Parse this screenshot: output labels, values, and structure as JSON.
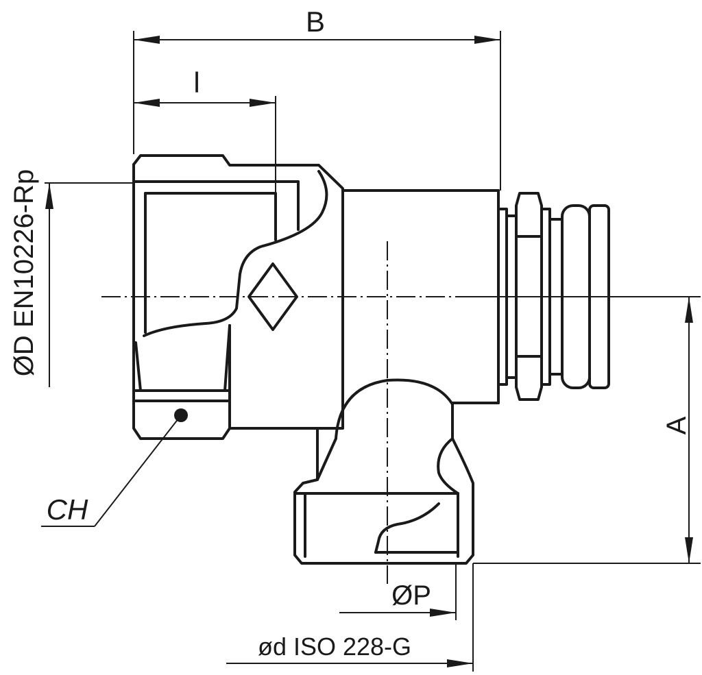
{
  "labels": {
    "b": "B",
    "l": "l",
    "a": "A",
    "d_en": "ØD EN10226-Rp",
    "ch": "CH",
    "p": "ØP",
    "d_iso": "ød ISO 228-G"
  },
  "colors": {
    "line": "#1a1a1a",
    "background": "#ffffff"
  }
}
